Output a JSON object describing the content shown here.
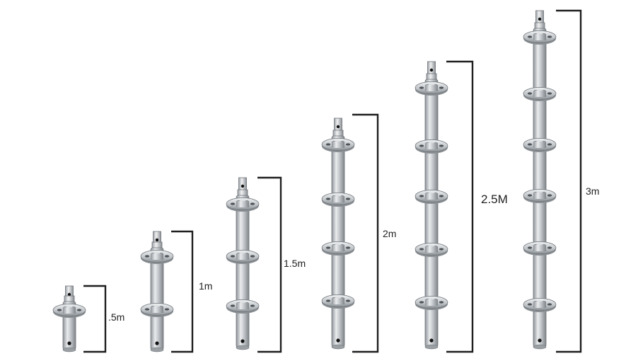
{
  "colors": {
    "background": "#ffffff",
    "steel_light": "#e6e8ea",
    "steel_mid": "#b8bcc0",
    "steel_dark": "#8a8f94",
    "outline": "#6f7479",
    "bracket": "#1e1e1e",
    "label": "#222222"
  },
  "standards": [
    {
      "label": ".5m",
      "rosette_count": 1
    },
    {
      "label": "1m",
      "rosette_count": 2
    },
    {
      "label": "1.5m",
      "rosette_count": 3
    },
    {
      "label": "2m",
      "rosette_count": 4
    },
    {
      "label": "2.5M",
      "rosette_count": 5
    },
    {
      "label": "3m",
      "rosette_count": 6
    }
  ]
}
